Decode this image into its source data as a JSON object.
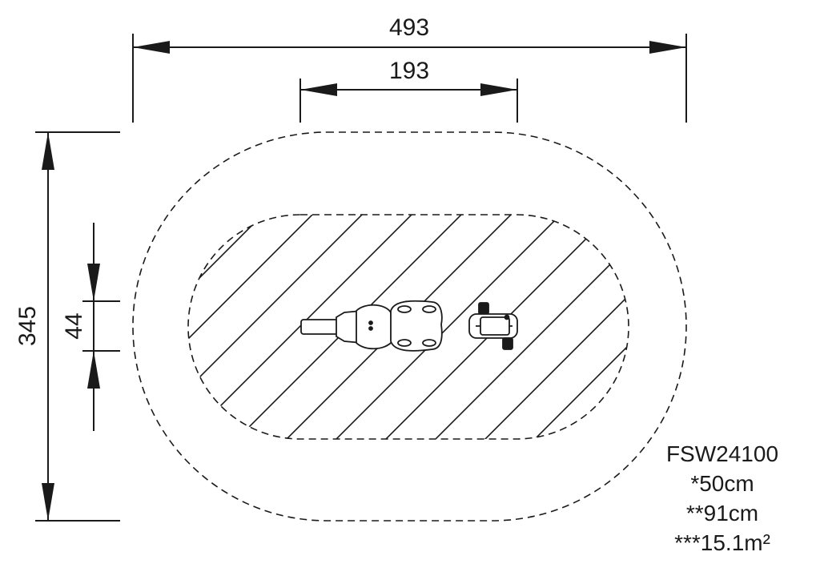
{
  "dimensions": {
    "overall_width": "493",
    "inner_width": "193",
    "overall_height": "345",
    "inner_height": "44"
  },
  "info": {
    "model": "FSW24100",
    "line1": "*50cm",
    "line2": "**91cm",
    "line3": "***15.1m²"
  }
}
